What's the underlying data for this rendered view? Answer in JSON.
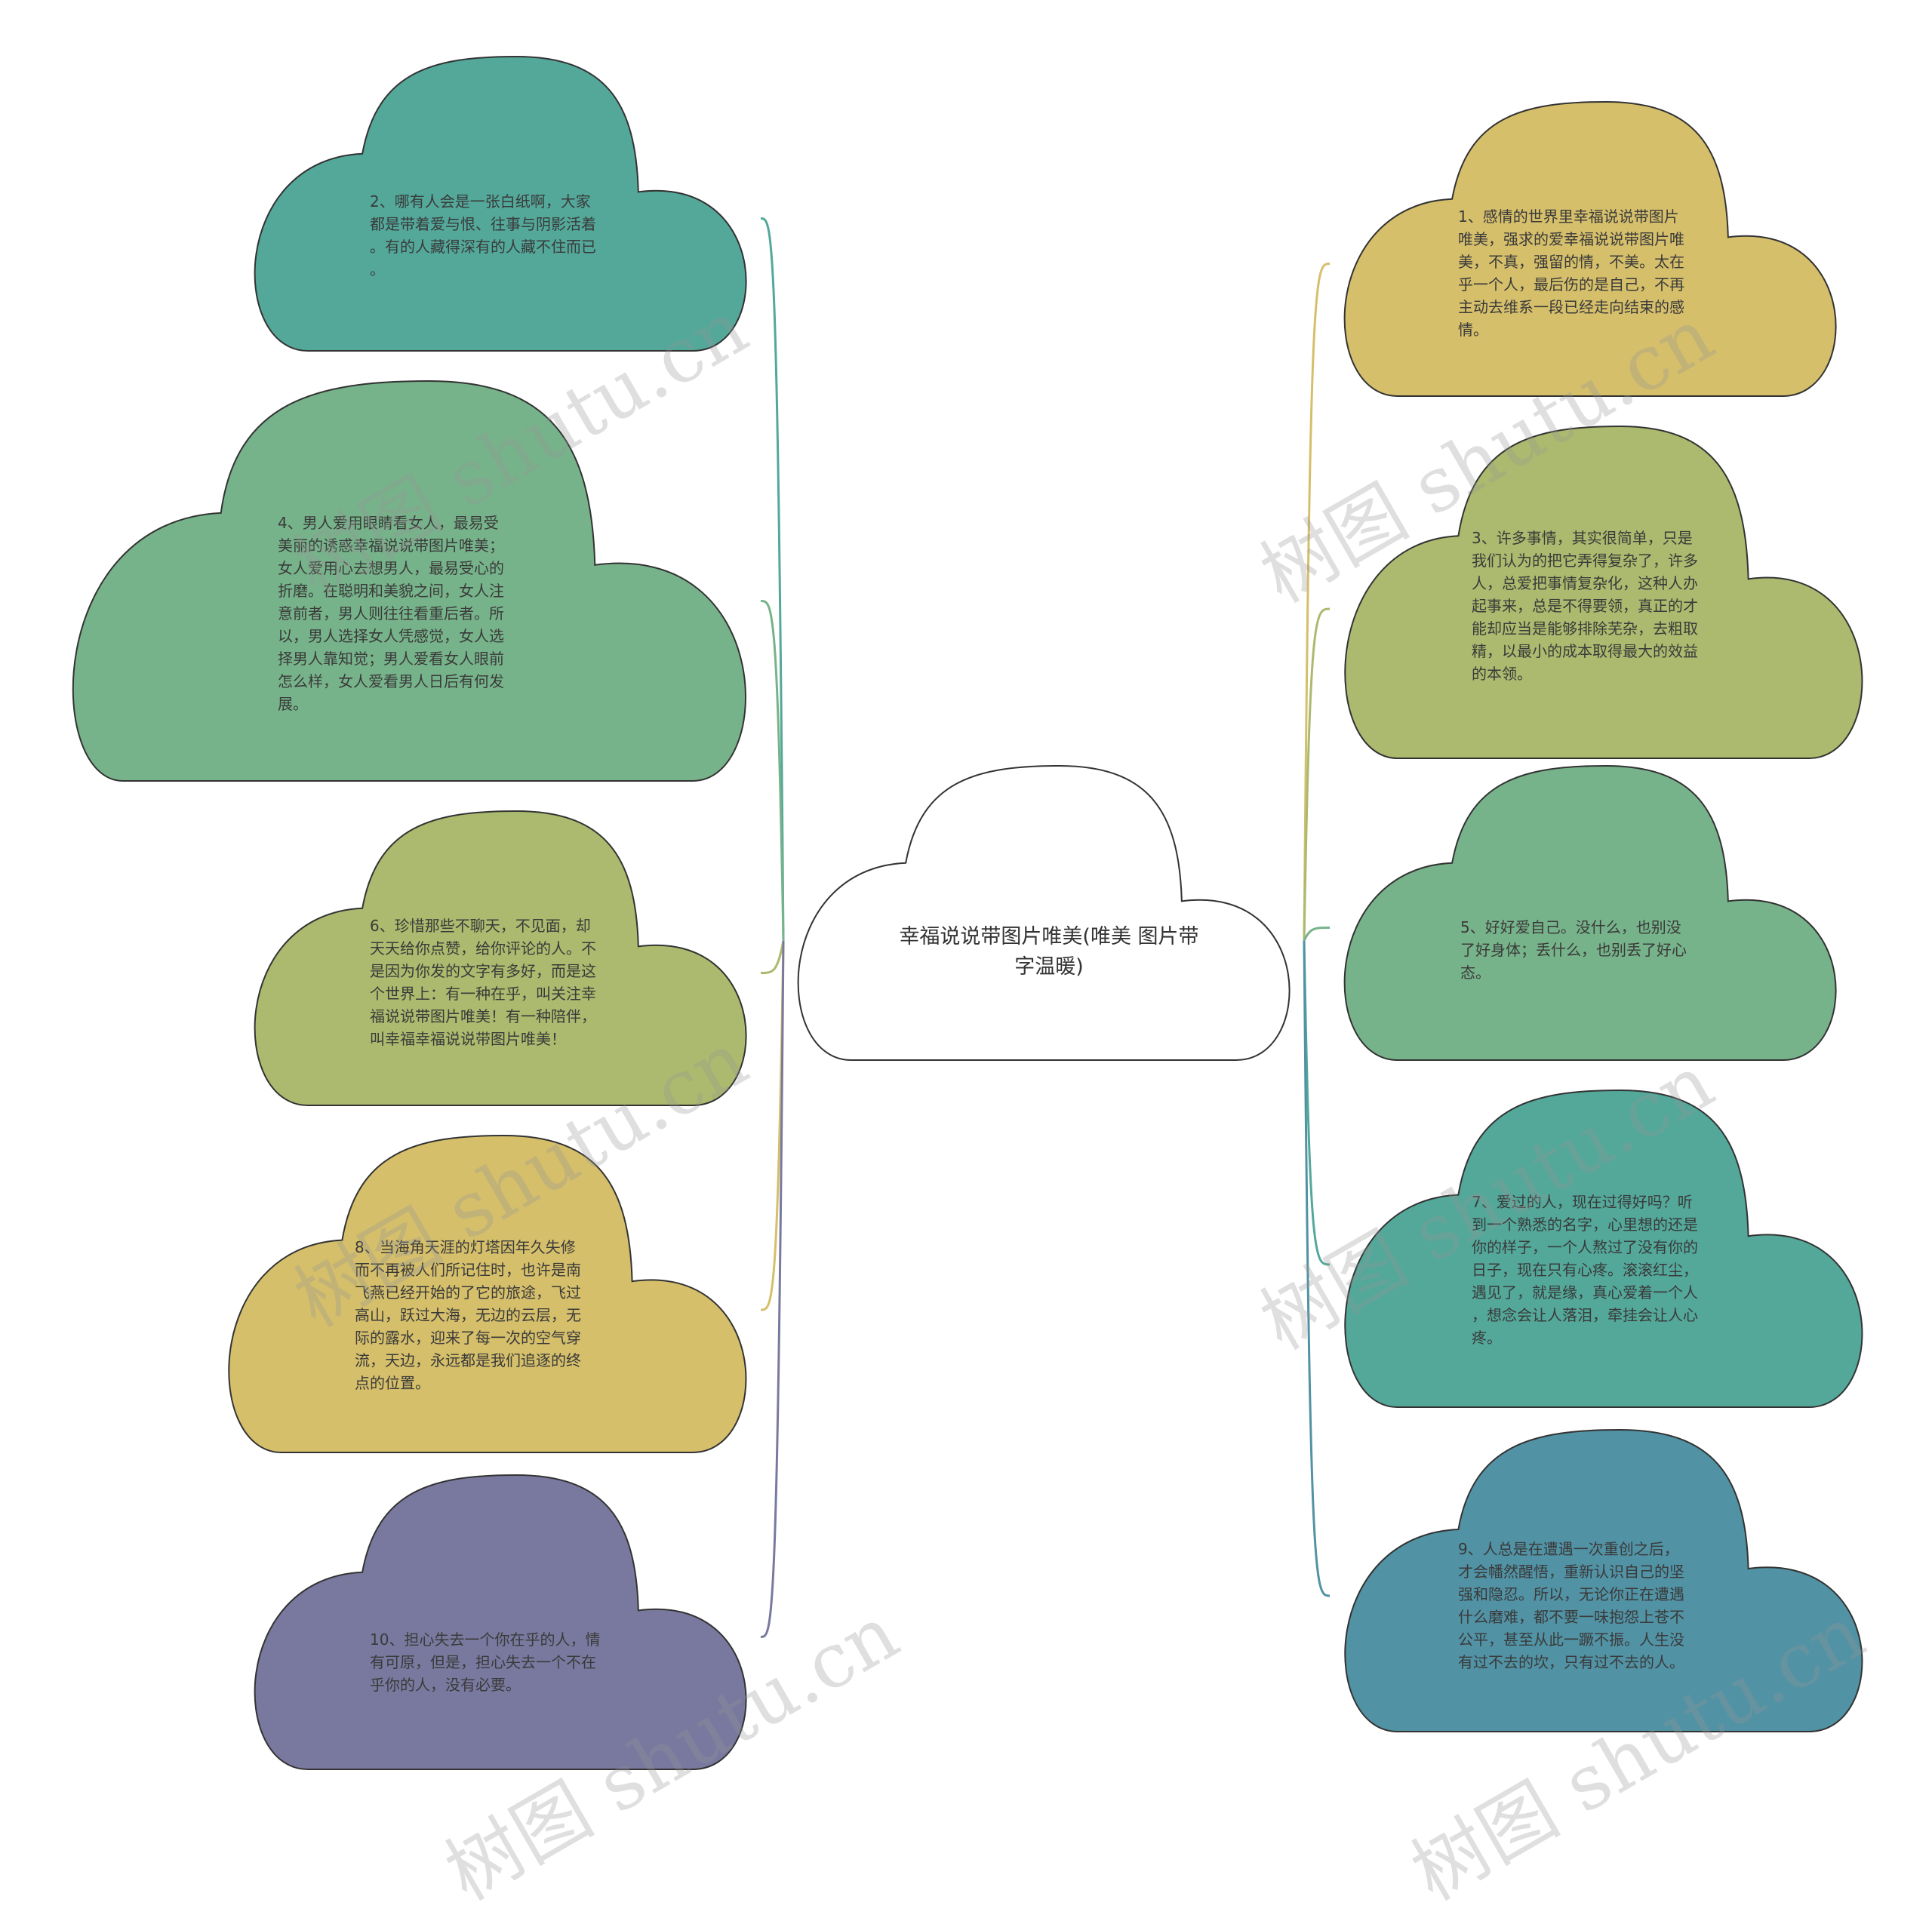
{
  "center": {
    "title": "幸福说说带图片唯美(唯美\n图片带字温暖)",
    "fill": "#ffffff"
  },
  "colors": {
    "teal": "#53a89a",
    "green": "#77b38a",
    "olive": "#abba6e",
    "gold": "#d5bf6b",
    "purple": "#79799f",
    "blue": "#5192a4"
  },
  "nodes": [
    {
      "id": "n1",
      "text": "1、感情的世界里幸福说说带图片\n唯美，强求的爱幸福说说带图片唯\n美，不真，强留的情，不美。太在\n乎一个人，最后伤的是自己，不再\n主动去维系一段已经走向结束的感\n情。",
      "fill": "#d5bf6b"
    },
    {
      "id": "n2",
      "text": "2、哪有人会是一张白纸啊，大家\n都是带着爱与恨、往事与阴影活着\n。有的人藏得深有的人藏不住而已\n。",
      "fill": "#53a89a"
    },
    {
      "id": "n3",
      "text": "3、许多事情，其实很简单，只是\n我们认为的把它弄得复杂了，许多\n人，总爱把事情复杂化，这种人办\n起事来，总是不得要领，真正的才\n能却应当是能够排除芜杂，去粗取\n精，以最小的成本取得最大的效益\n的本领。",
      "fill": "#abba6e"
    },
    {
      "id": "n4",
      "text": "4、男人爱用眼睛看女人，最易受\n美丽的诱惑幸福说说带图片唯美；\n女人爱用心去想男人，最易受心的\n折磨。在聪明和美貌之间，女人注\n意前者，男人则往往看重后者。所\n以，男人选择女人凭感觉，女人选\n择男人靠知觉；男人爱看女人眼前\n怎么样，女人爱看男人日后有何发\n展。",
      "fill": "#77b38a"
    },
    {
      "id": "n5",
      "text": "5、好好爱自己。没什么，也别没\n了好身体；丢什么，也别丢了好心\n态。",
      "fill": "#77b38a"
    },
    {
      "id": "n6",
      "text": "6、珍惜那些不聊天，不见面，却\n天天给你点赞，给你评论的人。不\n是因为你发的文字有多好，而是这\n个世界上：有一种在乎，叫关注幸\n福说说带图片唯美！有一种陪伴，\n叫幸福幸福说说带图片唯美！",
      "fill": "#abba6e"
    },
    {
      "id": "n7",
      "text": "7、爱过的人，现在过得好吗？听\n到一个熟悉的名字，心里想的还是\n你的样子，一个人熬过了没有你的\n日子，现在只有心疼。滚滚红尘，\n遇见了，就是缘，真心爱着一个人\n，想念会让人落泪，牵挂会让人心\n疼。",
      "fill": "#53a89a"
    },
    {
      "id": "n8",
      "text": "8、当海角天涯的灯塔因年久失修\n而不再被人们所记住时，也许是南\n飞燕已经开始的了它的旅途，飞过\n高山，跃过大海，无边的云层，无\n际的露水，迎来了每一次的空气穿\n流，天边，永远都是我们追逐的终\n点的位置。",
      "fill": "#d5bf6b"
    },
    {
      "id": "n9",
      "text": "9、人总是在遭遇一次重创之后，\n才会幡然醒悟，重新认识自己的坚\n强和隐忍。所以，无论你正在遭遇\n什么磨难，都不要一味抱怨上苍不\n公平，甚至从此一蹶不振。人生没\n有过不去的坎，只有过不去的人。",
      "fill": "#5192a4"
    },
    {
      "id": "n10",
      "text": "10、担心失去一个你在乎的人，情\n有可原，但是，担心失去一个不在\n乎你的人，没有必要。",
      "fill": "#79799f"
    }
  ],
  "watermark": "树图 shutu.cn"
}
